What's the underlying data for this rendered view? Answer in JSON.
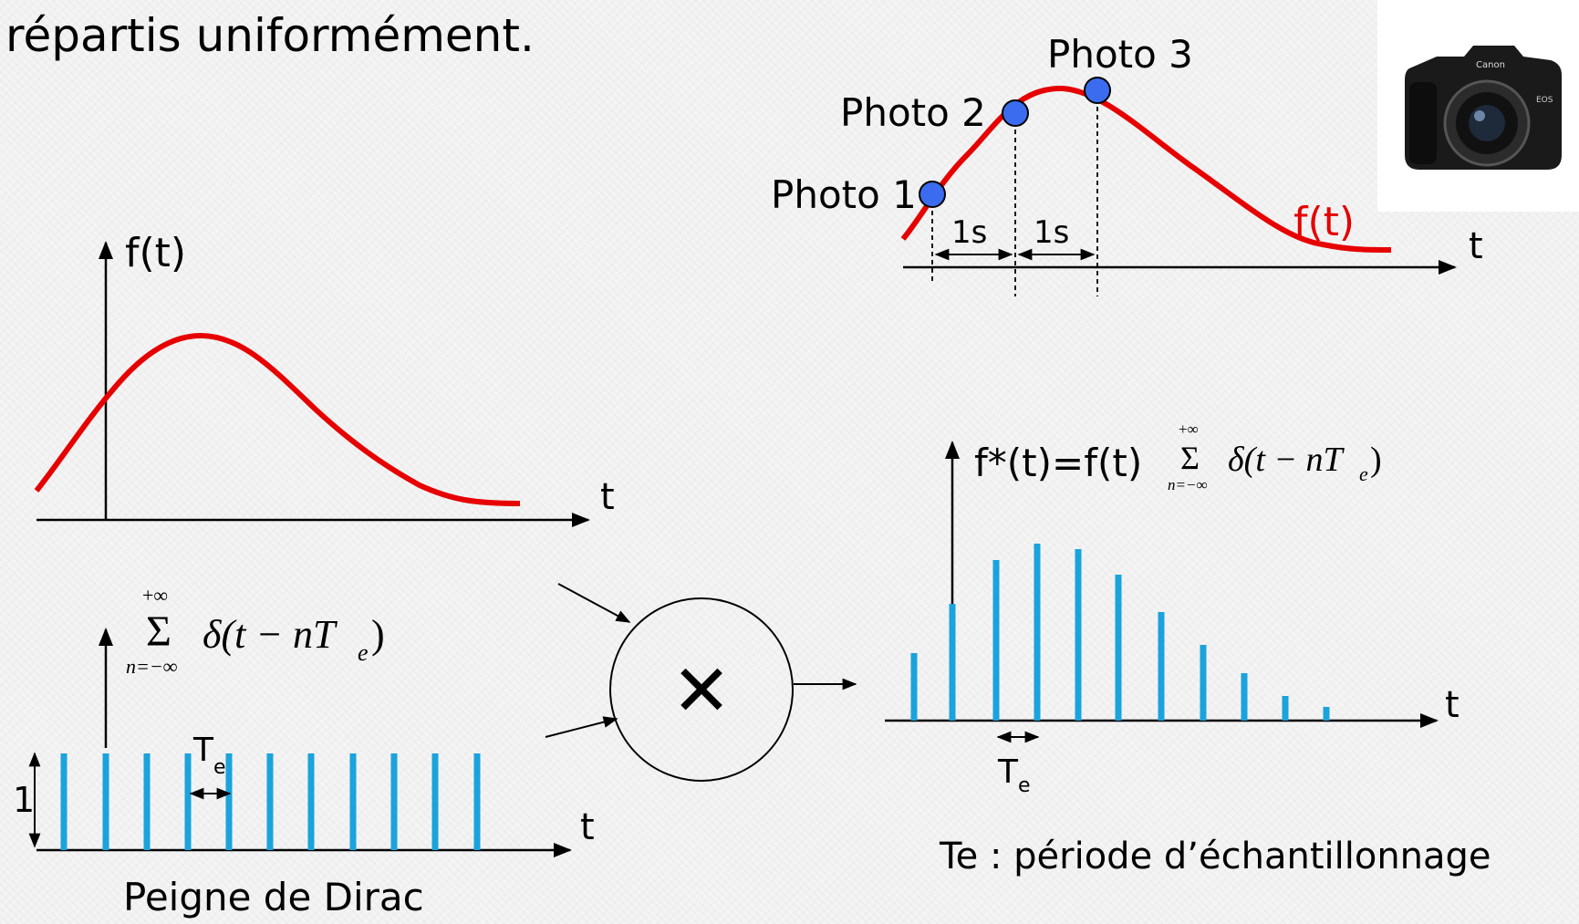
{
  "heading_fragment": "répartis uniformément.",
  "camera_diagram": {
    "photo_labels": [
      "Photo 1",
      "Photo 2",
      "Photo 3"
    ],
    "interval_labels": [
      "1s",
      "1s"
    ],
    "curve_label": "f(t)",
    "axis_label": "t",
    "camera_brand": "Canon",
    "camera_model": "EOS"
  },
  "signal_plot": {
    "y_label": "f(t)",
    "x_label": "t"
  },
  "dirac_comb": {
    "sum_upper": "+∞",
    "sum_symbol": "Σ",
    "sum_lower": "n=−∞",
    "delta_expr": "δ(t − nT",
    "subscript": "e",
    "close_paren": ")",
    "amplitude_label": "1",
    "period_label": "T",
    "period_sub": "e",
    "x_label": "t",
    "caption": "Peigne de Dirac"
  },
  "multiplier": {
    "symbol": "✕"
  },
  "sampled_signal": {
    "formula_prefix": "f*(t)=f(t)",
    "sum_upper": "+∞",
    "sum_symbol": "Σ",
    "sum_lower": "n=−∞",
    "delta_expr": "δ(t − nT",
    "subscript": "e",
    "close_paren": ")",
    "period_label": "T",
    "period_sub": "e",
    "x_label": "t",
    "caption": "Te : période d’échantillonnage"
  },
  "colors": {
    "curve": "#e60000",
    "impulse": "#1aa3dc",
    "point": "#3b6cf0",
    "axis": "#000000"
  }
}
